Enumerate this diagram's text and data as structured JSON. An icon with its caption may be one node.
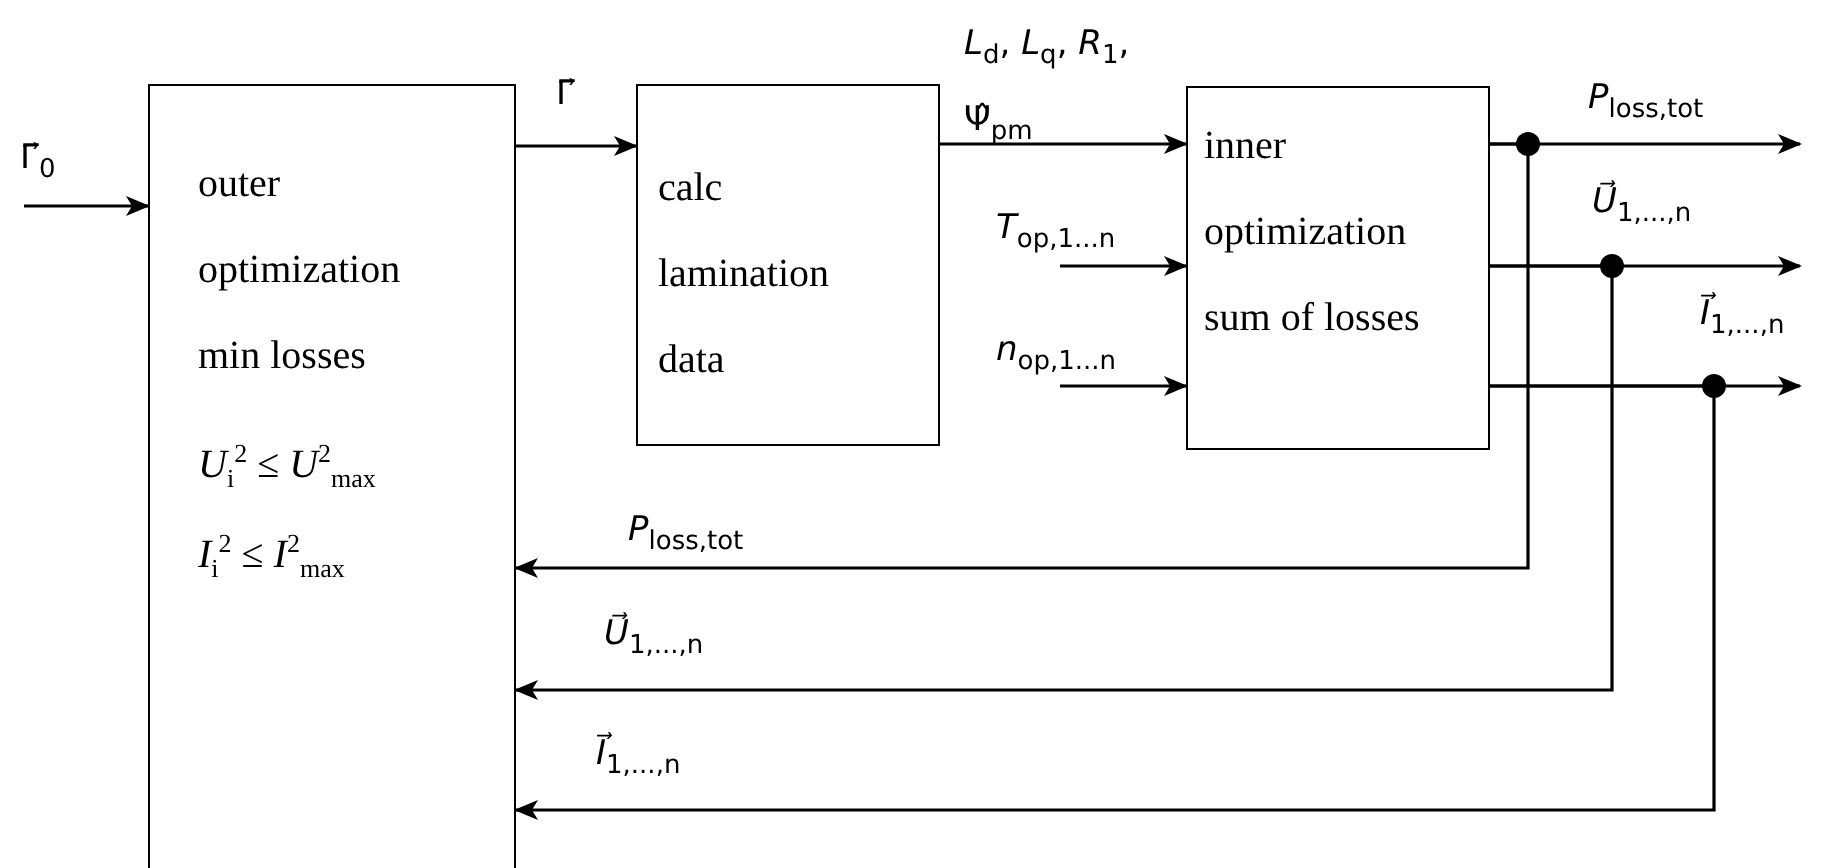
{
  "diagram": {
    "nodes": [
      {
        "text": [
          "outer optimization min losses",
          "*U*$_{i}$$^{2}$ ≤ *U*$^{2}$$_{max}$",
          "*I*$_{i}$$^{2}$ ≤ *I*$^{2}$$_{max}$"
        ]
      },
      {
        "text": [
          "calc lamination data"
        ]
      },
      {
        "text": [
          "inner optimization sum of losses"
        ]
      }
    ],
    "edges": [
      {
        "from": null,
        "to": 0,
        "arrow": "to",
        "label": "Γ⃗$_{0}$"
      },
      {
        "from": 0,
        "to": 1,
        "arrow": "to",
        "label": "Γ⃗"
      },
      {
        "from": 1,
        "to": 2,
        "arrow": "to",
        "label": "*L*$_{d}$, *L*$_{q}$, *R*$_{1}$, Ψ̂$_{pm}$"
      },
      {
        "from": null,
        "to": 2,
        "arrow": "to",
        "label": "*T*$_{op,1...n}$"
      },
      {
        "from": null,
        "to": 2,
        "arrow": "to",
        "label": "*n*$_{op,1...n}$"
      },
      {
        "from": 2,
        "to": null,
        "arrow": "to",
        "label": "*P*$_{loss,tot}$"
      },
      {
        "from": 2,
        "to": null,
        "arrow": "to",
        "label": "*U⃗*$_{1,...,n}$"
      },
      {
        "from": 2,
        "to": null,
        "arrow": "to",
        "label": "*I⃗*$_{1,...,n}$"
      },
      {
        "from": 2,
        "to": 0,
        "arrow": "to",
        "label": "*P*$_{loss,tot}$"
      },
      {
        "from": 2,
        "to": 0,
        "arrow": "to",
        "label": "*U⃗*$_{1,...,n}$"
      },
      {
        "from": 2,
        "to": 0,
        "arrow": "to",
        "label": "*I⃗*$_{1,...,n}$"
      }
    ]
  }
}
